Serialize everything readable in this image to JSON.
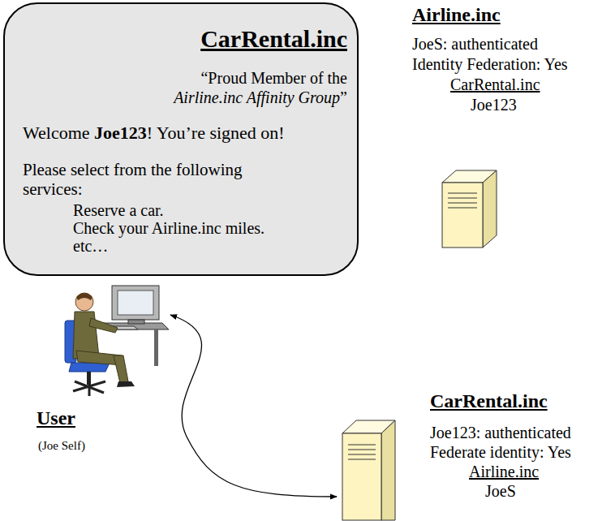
{
  "diagram": {
    "nodes": [
      {
        "text": [
          "CarRental.inc",
          "“Proud Member of the",
          "Airline.inc Affinity Group",
          "”",
          "Welcome",
          "Joe123",
          "! You’re signed on!",
          "Please select from the following services:",
          "Reserve a car.",
          "Check your Airline.inc miles.",
          "etc…"
        ]
      },
      {
        "text": [
          "Airline.inc",
          "JoeS: authenticated",
          "Identity Federation: Yes",
          "CarRental.inc",
          "Joe123"
        ]
      },
      {
        "text": [
          "User",
          "(Joe Self)"
        ]
      },
      {
        "text": [
          "CarRental.inc",
          "Joe123: authenticated",
          "Federate identity: Yes",
          "Airline.inc",
          "JoeS"
        ]
      }
    ],
    "edges": [
      {
        "from": 2,
        "to": 3,
        "arrow": "both"
      }
    ]
  }
}
